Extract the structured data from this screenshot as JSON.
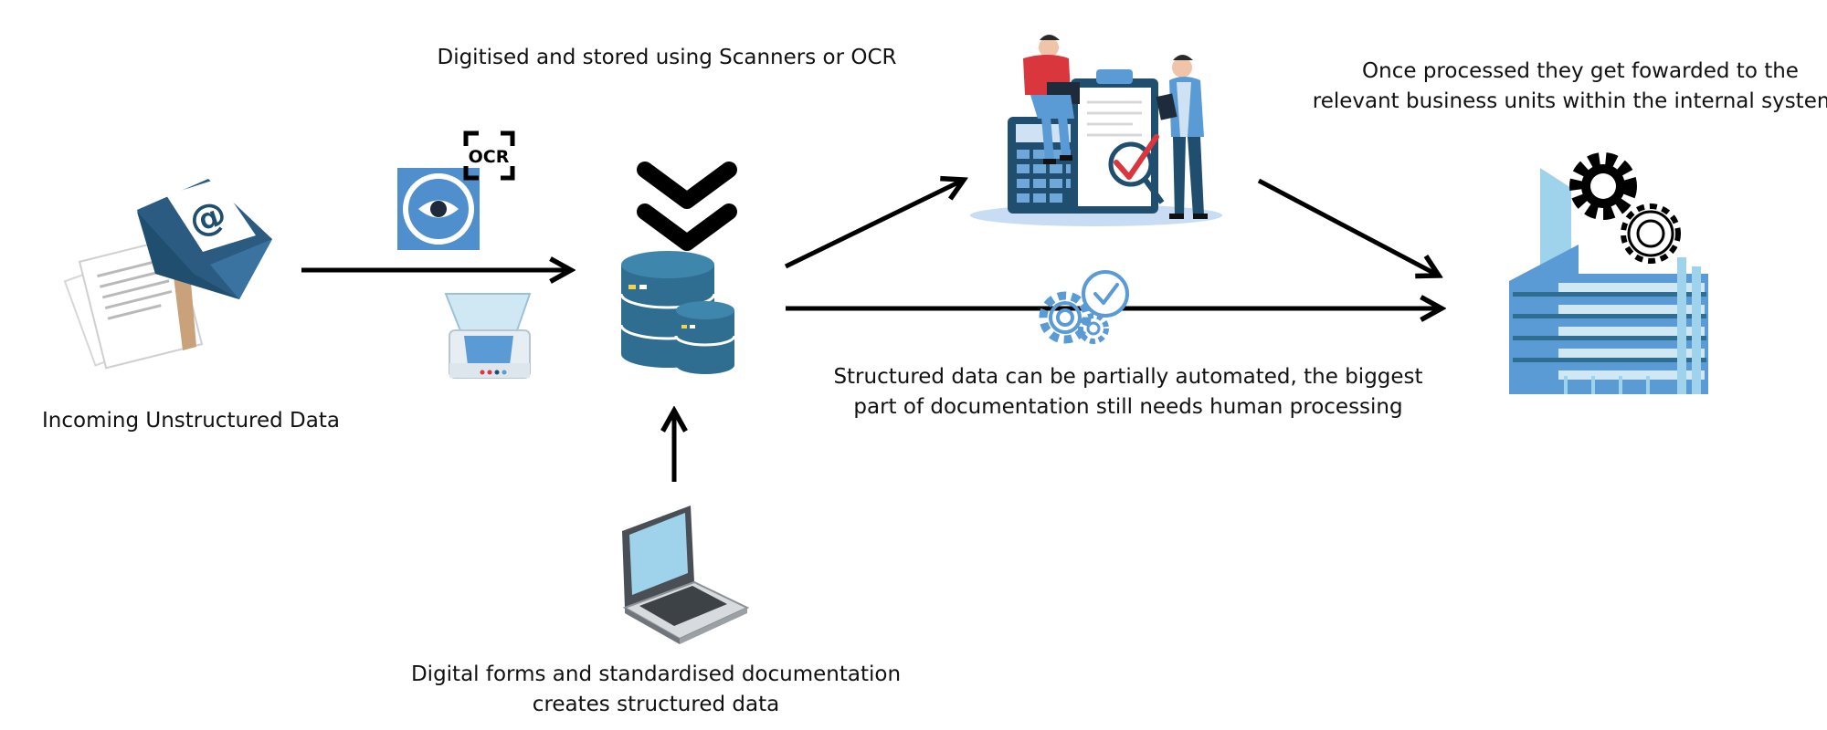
{
  "diagram": {
    "labels": {
      "incoming": "Incoming Unstructured Data",
      "digitised": "Digitised and stored using Scanners or OCR",
      "digital_forms_line1": "Digital forms and standardised documentation",
      "digital_forms_line2": "creates structured data",
      "structured_line1": "Structured data can be partially automated, the biggest",
      "structured_line2": "part of documentation still needs human processing",
      "forwarded_line1": "Once processed they get fowarded to the",
      "forwarded_line2": "relevant business units within the internal systems",
      "ocr_badge": "OCR",
      "email_at": "@"
    },
    "colors": {
      "navy": "#1f4e6f",
      "steel": "#2f6e91",
      "light_blue": "#5b9bd5",
      "sky": "#9fd3ec",
      "red": "#d9363e",
      "black": "#000000"
    },
    "icons": [
      "email-icon",
      "documents-icon",
      "ocr-eye-icon",
      "scanner-icon",
      "double-chevron-icon",
      "database-icon",
      "laptop-icon",
      "people-checklist-icon",
      "gear-check-icon",
      "office-building-icon",
      "gears-icon"
    ]
  }
}
